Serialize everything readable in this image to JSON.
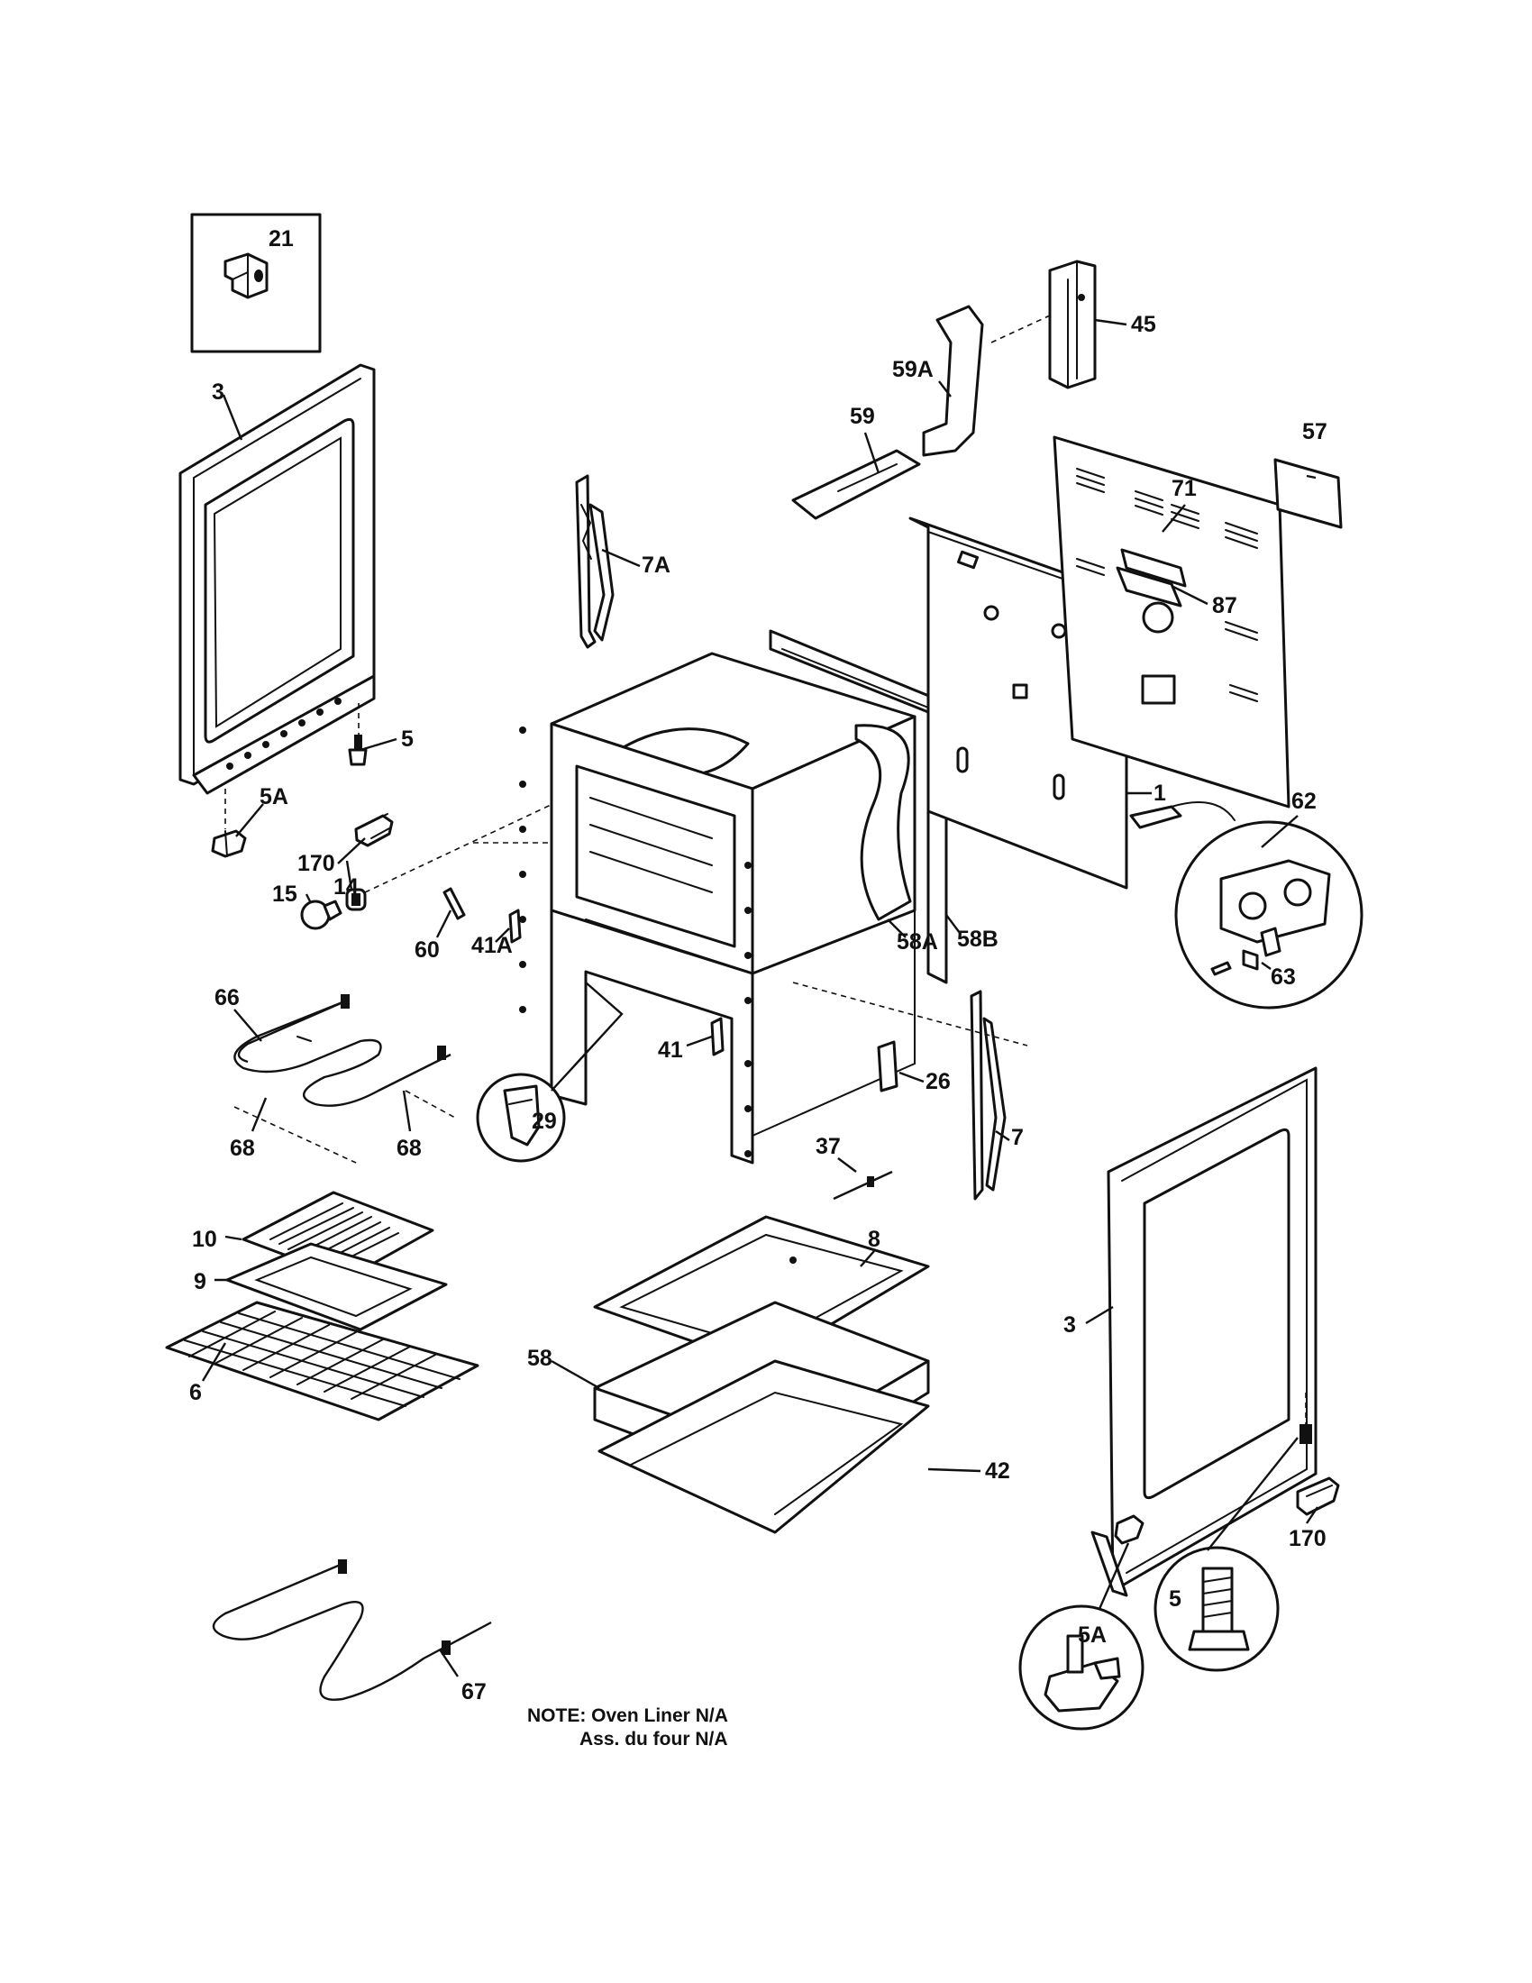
{
  "diagram": {
    "labels": {
      "p21": "21",
      "p3_left": "3",
      "p5_left": "5",
      "p5A_left": "5A",
      "p170_left": "170",
      "p14": "14",
      "p15": "15",
      "p60": "60",
      "p41A": "41A",
      "p7A": "7A",
      "p45": "45",
      "p59A": "59A",
      "p59": "59",
      "p57": "57",
      "p71": "71",
      "p87": "87",
      "p1": "1",
      "p62": "62",
      "p63": "63",
      "p58A": "58A",
      "p58B": "58B",
      "p66": "66",
      "p68_left": "68",
      "p68_right": "68",
      "p29": "29",
      "p41": "41",
      "p26": "26",
      "p7": "7",
      "p37": "37",
      "p10": "10",
      "p9": "9",
      "p6": "6",
      "p8": "8",
      "p58": "58",
      "p42": "42",
      "p3_right": "3",
      "p170_right": "170",
      "p5_right": "5",
      "p5A_right": "5A",
      "p67": "67"
    },
    "note_line1": "NOTE: Oven Liner N/A",
    "note_line2": "Ass. du four N/A"
  }
}
